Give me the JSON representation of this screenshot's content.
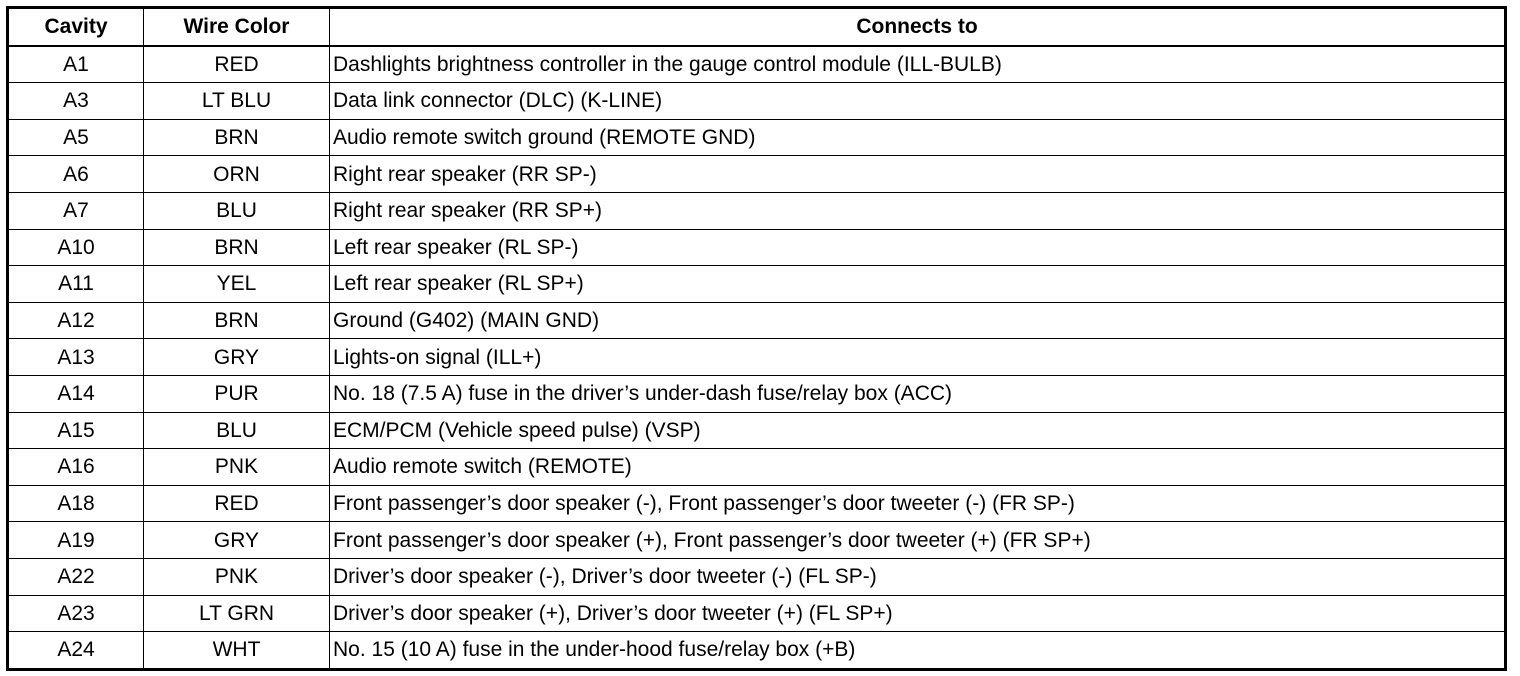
{
  "table": {
    "headers": {
      "cavity": "Cavity",
      "wire_color": "Wire Color",
      "connects_to": "Connects to"
    },
    "rows": [
      {
        "cavity": "A1",
        "wire_color": "RED",
        "connects_to": "Dashlights brightness controller in the gauge control module (ILL-BULB)"
      },
      {
        "cavity": "A3",
        "wire_color": "LT BLU",
        "connects_to": "Data link connector (DLC) (K-LINE)"
      },
      {
        "cavity": "A5",
        "wire_color": "BRN",
        "connects_to": "Audio remote switch ground (REMOTE GND)"
      },
      {
        "cavity": "A6",
        "wire_color": "ORN",
        "connects_to": "Right rear speaker (RR SP-)"
      },
      {
        "cavity": "A7",
        "wire_color": "BLU",
        "connects_to": "Right rear speaker (RR SP+)"
      },
      {
        "cavity": "A10",
        "wire_color": "BRN",
        "connects_to": "Left rear speaker (RL SP-)"
      },
      {
        "cavity": "A11",
        "wire_color": "YEL",
        "connects_to": "Left rear speaker (RL SP+)"
      },
      {
        "cavity": "A12",
        "wire_color": "BRN",
        "connects_to": "Ground (G402) (MAIN GND)"
      },
      {
        "cavity": "A13",
        "wire_color": "GRY",
        "connects_to": "Lights-on signal (ILL+)"
      },
      {
        "cavity": "A14",
        "wire_color": "PUR",
        "connects_to": "No. 18 (7.5 A) fuse in the driver’s under-dash fuse/relay box (ACC)"
      },
      {
        "cavity": "A15",
        "wire_color": "BLU",
        "connects_to": "ECM/PCM (Vehicle speed pulse) (VSP)"
      },
      {
        "cavity": "A16",
        "wire_color": "PNK",
        "connects_to": "Audio remote switch (REMOTE)"
      },
      {
        "cavity": "A18",
        "wire_color": "RED",
        "connects_to": "Front passenger’s door speaker (-), Front passenger’s door tweeter (-) (FR SP-)"
      },
      {
        "cavity": "A19",
        "wire_color": "GRY",
        "connects_to": "Front passenger’s door speaker (+), Front passenger’s door tweeter (+) (FR SP+)"
      },
      {
        "cavity": "A22",
        "wire_color": "PNK",
        "connects_to": "Driver’s door speaker (-), Driver’s door tweeter (-) (FL SP-)"
      },
      {
        "cavity": "A23",
        "wire_color": "LT GRN",
        "connects_to": "Driver’s door speaker (+), Driver’s door tweeter (+) (FL SP+)"
      },
      {
        "cavity": "A24",
        "wire_color": "WHT",
        "connects_to": "No. 15 (10 A) fuse in the under-hood fuse/relay box (+B)"
      }
    ]
  }
}
